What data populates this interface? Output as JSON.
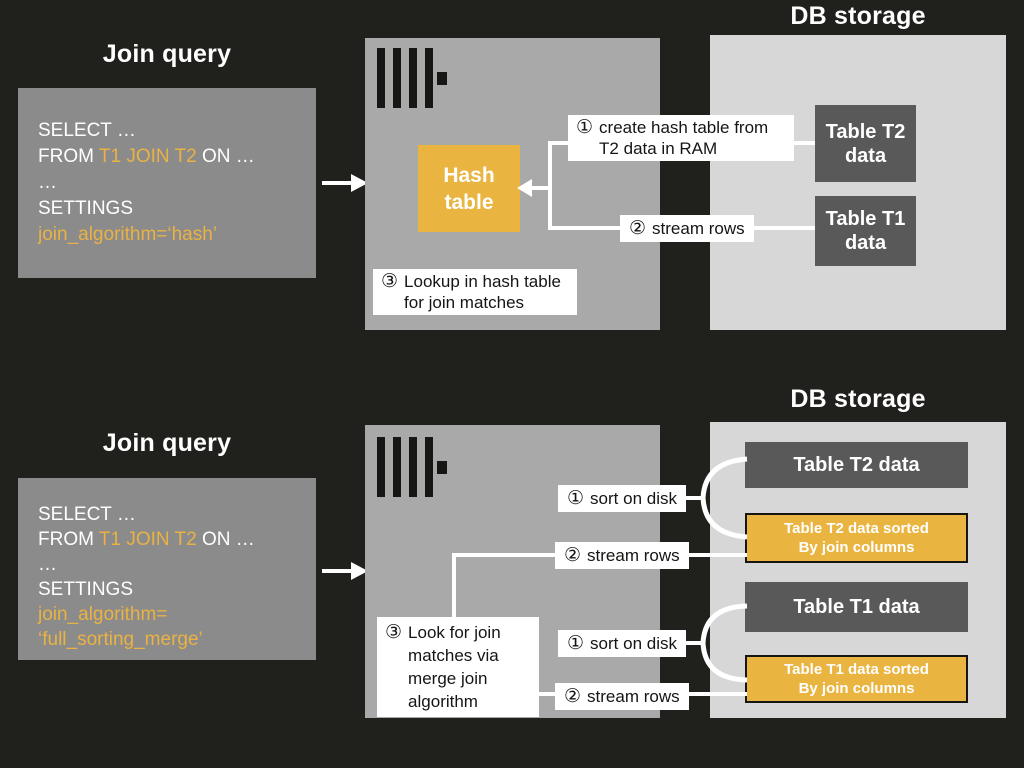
{
  "colors": {
    "background": "#20201c",
    "query_box_bg": "#8b8b8b",
    "server_box_bg": "#a9a9a9",
    "db_box_bg": "#d7d7d7",
    "table_box_bg": "#595959",
    "accent_yellow": "#eab440",
    "sql_highlight": "#eab243",
    "label_bg": "#ffffff",
    "connector": "#ffffff"
  },
  "icons": {
    "server_logo": "clickhouse-bars-icon",
    "query_arrow": "arrow-right-icon",
    "hash_arrow": "arrow-left-icon"
  },
  "hash_join": {
    "query_title": "Join query",
    "db_title": "DB storage",
    "sql": {
      "select_line": "SELECT …",
      "from_kw": "FROM",
      "join_tables": "T1 JOIN T2",
      "on_part": "ON …",
      "ellipsis": "…",
      "settings_kw": "SETTINGS",
      "algorithm": "join_algorithm=‘hash’"
    },
    "hash_table_box": "Hash table",
    "steps": {
      "step1_num": "①",
      "step1_text": "create hash table from T2 data in RAM",
      "step2_num": "②",
      "step2_text": "stream rows",
      "step3_num": "③",
      "step3_text": "Lookup in hash table for join matches"
    },
    "tables": {
      "t2": "Table T2 data",
      "t1": "Table T1 data"
    }
  },
  "merge_join": {
    "query_title": "Join query",
    "db_title": "DB storage",
    "sql": {
      "select_line": "SELECT …",
      "from_kw": "FROM",
      "join_tables": "T1 JOIN T2",
      "on_part": "ON …",
      "ellipsis": "…",
      "settings_kw": "SETTINGS",
      "algorithm_line1": "join_algorithm=",
      "algorithm_line2": "‘full_sorting_merge’"
    },
    "steps": {
      "sort_t2_num": "①",
      "sort_t2_text": "sort on disk",
      "stream_t2_num": "②",
      "stream_t2_text": "stream rows",
      "lookup_num": "③",
      "lookup_text": "Look for join matches via merge join algorithm",
      "sort_t1_num": "①",
      "sort_t1_text": "sort on disk",
      "stream_t1_num": "②",
      "stream_t1_text": "stream rows"
    },
    "tables": {
      "t2": "Table T2 data",
      "t2_sorted_line1": "Table T2 data sorted",
      "t2_sorted_line2": "By join columns",
      "t1": "Table T1 data",
      "t1_sorted_line1": "Table T1 data sorted",
      "t1_sorted_line2": "By join columns"
    }
  }
}
